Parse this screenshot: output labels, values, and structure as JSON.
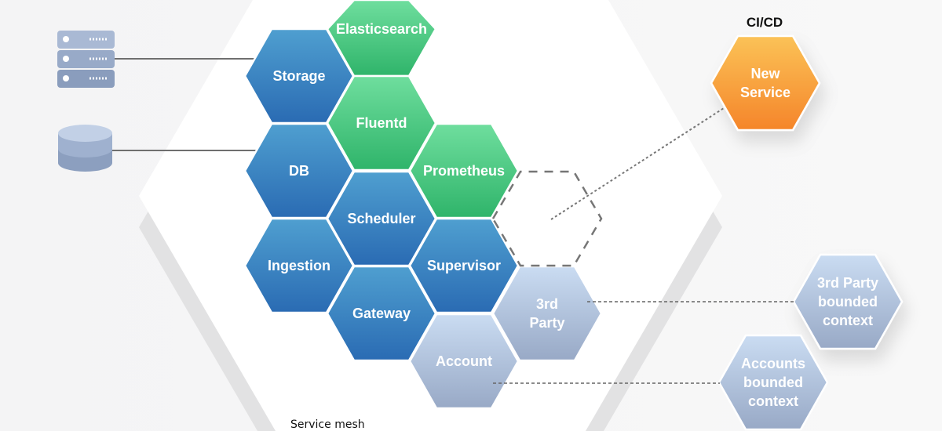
{
  "diagram": {
    "mesh_label": "Service mesh",
    "cicd_label": "CI/CD",
    "colors": {
      "service_blue": [
        "#4f9fd0",
        "#2a6bb3"
      ],
      "observability_green": [
        "#6fde9e",
        "#2fb46a"
      ],
      "bounded_context": [
        "#cadcf2",
        "#98a9c6"
      ],
      "new_service_orange": [
        "#fbc257",
        "#f5852a"
      ]
    },
    "mesh_services": [
      {
        "label": [
          "Elasticsearch"
        ],
        "style": "observability_green"
      },
      {
        "label": [
          "Storage"
        ],
        "style": "service_blue"
      },
      {
        "label": [
          "Fluentd"
        ],
        "style": "observability_green"
      },
      {
        "label": [
          "DB"
        ],
        "style": "service_blue"
      },
      {
        "label": [
          "Prometheus"
        ],
        "style": "observability_green"
      },
      {
        "label": [
          "Scheduler"
        ],
        "style": "service_blue"
      },
      {
        "label": [
          "Ingestion"
        ],
        "style": "service_blue"
      },
      {
        "label": [
          "Supervisor"
        ],
        "style": "service_blue"
      },
      {
        "label": [
          "Gateway"
        ],
        "style": "service_blue"
      },
      {
        "label": [
          "3rd",
          "Party"
        ],
        "style": "bounded_context"
      },
      {
        "label": [
          "Account"
        ],
        "style": "bounded_context"
      }
    ],
    "external_nodes": [
      {
        "label": [
          "New",
          "Service"
        ],
        "style": "new_service_orange"
      },
      {
        "label": [
          "3rd Party",
          "bounded",
          "context"
        ],
        "style": "bounded_context"
      },
      {
        "label": [
          "Accounts",
          "bounded",
          "context"
        ],
        "style": "bounded_context"
      }
    ],
    "icons": [
      "server-rack-icon",
      "database-icon"
    ]
  }
}
